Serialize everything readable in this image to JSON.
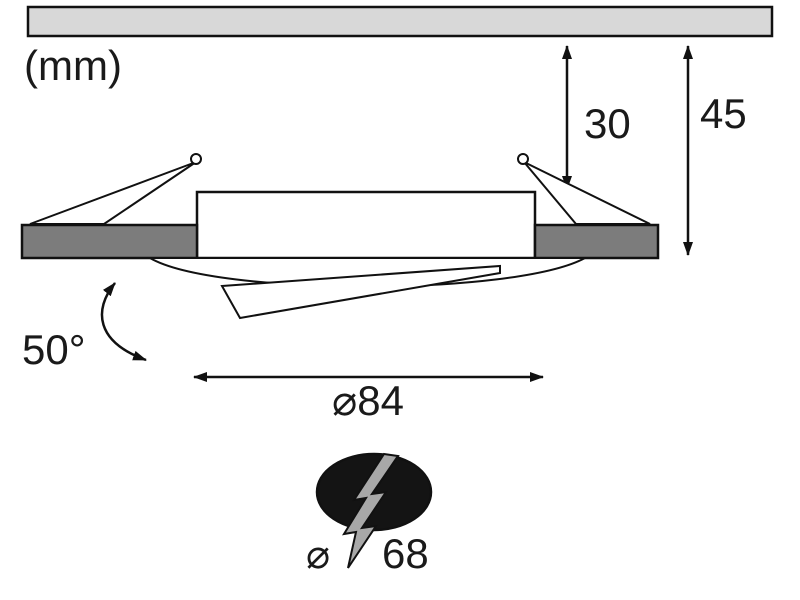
{
  "diagram": {
    "unit_label": "(mm)",
    "dimensions": {
      "recess_depth": "30",
      "total_depth": "45",
      "tilt_angle": "50°",
      "outer_diameter": "⌀84",
      "cutout_symbol": "⌀",
      "cutout_value": "68"
    },
    "colors": {
      "ceiling_fill": "#d8d8d8",
      "flange_fill": "#7c7c7c",
      "outline": "#111111",
      "cutout_fill": "#141414",
      "cut_mark_fill": "#a8a8a8"
    }
  }
}
